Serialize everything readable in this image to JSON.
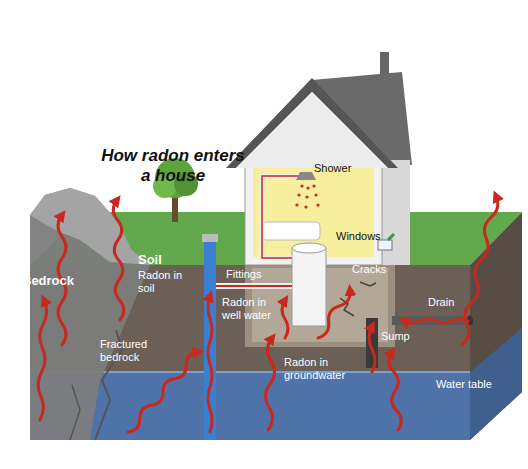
{
  "diagram": {
    "title": "How radon enters a house",
    "labels": [
      "Shower",
      "Bedrock",
      "Soil",
      "Radon in soil",
      "Fittings",
      "Windows",
      "Cracks",
      "Sump",
      "Radon in well water",
      "Drain",
      "Fractured bedrock",
      "Radon in groundwater",
      "Water table"
    ]
  }
}
